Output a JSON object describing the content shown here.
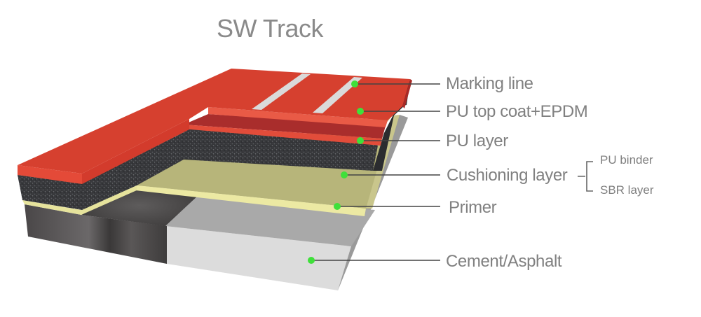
{
  "title": "SW Track",
  "colors": {
    "red_top": "#d8402f",
    "red_side": "#e0503c",
    "red_dark": "#a82d2c",
    "rubber": "#3b3c3f",
    "primer_top": "#b8b67a",
    "primer_edge": "#ece9a3",
    "asphalt": "#4a4949",
    "cement_top": "#a8a8a8",
    "cement_front": "#dcdcdc",
    "cement_side": "#9a9a9a",
    "marking": "#d9d9d9",
    "dot": "#3fe03a",
    "leader": "#444444",
    "text": "#808080"
  },
  "layers": [
    {
      "id": "marking-line",
      "label": "Marking line"
    },
    {
      "id": "pu-top-coat",
      "label": "PU top coat+EPDM"
    },
    {
      "id": "pu-layer",
      "label": "PU layer"
    },
    {
      "id": "cushioning-layer",
      "label": "Cushioning layer",
      "sublayers": [
        {
          "label": "PU binder"
        },
        {
          "label": "SBR layer"
        }
      ]
    },
    {
      "id": "primer",
      "label": "Primer"
    },
    {
      "id": "cement-asphalt",
      "label": "Cement/Asphalt"
    }
  ]
}
